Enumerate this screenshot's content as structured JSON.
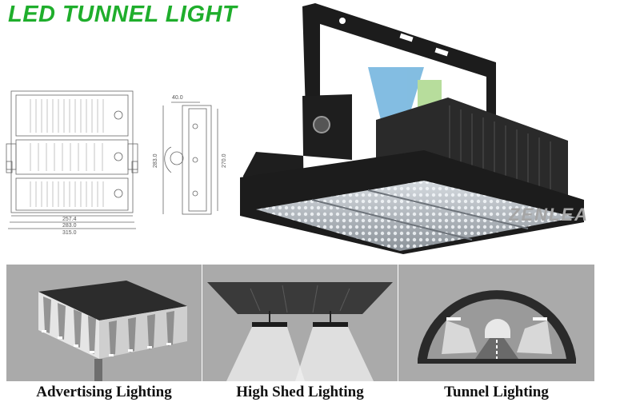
{
  "title": "LED TUNNEL LIGHT",
  "brand": "ZENLEA",
  "drawing": {
    "front_dims": [
      "257.4",
      "283.0",
      "315.0"
    ],
    "side_top": "40.0",
    "side_height_left": "283.0",
    "side_height_right": "270.0"
  },
  "applications": [
    {
      "label": "Advertising Lighting"
    },
    {
      "label": "High Shed Lighting"
    },
    {
      "label": "Tunnel Lighting"
    }
  ],
  "colors": {
    "title": "#1fae2c",
    "panel_bg": "#aaaaaa",
    "fixture_body": "#1c1c1c"
  }
}
